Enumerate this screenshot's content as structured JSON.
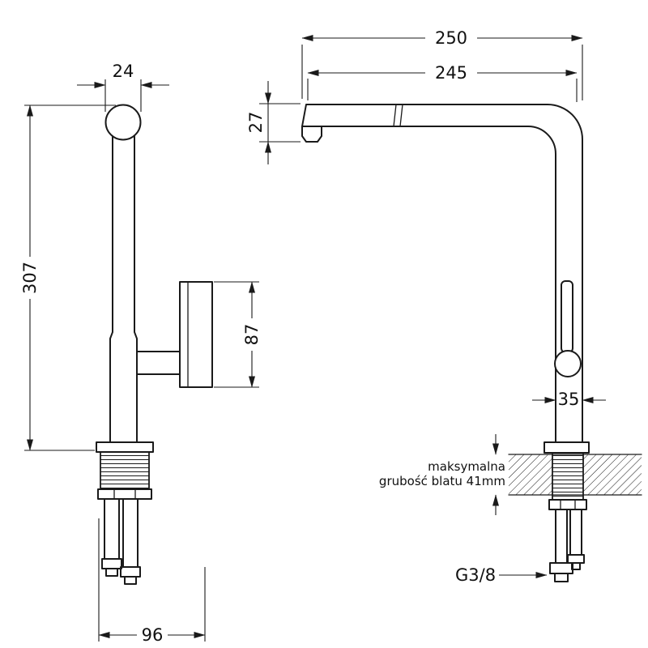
{
  "page": {
    "background": "#ffffff",
    "line_color": "#1a1a1a"
  },
  "front_view": {
    "dim_spout_top_width": "24",
    "dim_total_height": "307",
    "dim_handle_height": "87",
    "dim_base_depth": "96"
  },
  "side_view": {
    "dim_total_depth": "250",
    "dim_spout_reach": "245",
    "dim_spout_height": "27",
    "dim_body_diameter": "35",
    "counter_note_line1": "maksymalna",
    "counter_note_line2": "grubość blatu 41mm",
    "thread_size_label": "G3/8"
  }
}
